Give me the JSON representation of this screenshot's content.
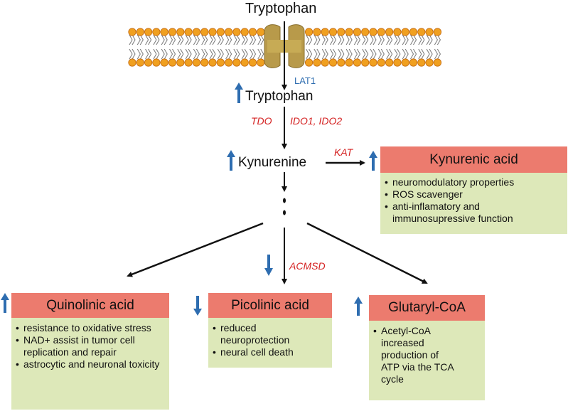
{
  "top_tryptophan": "Tryptophan",
  "transporter": "LAT1",
  "tryptophan": "Tryptophan",
  "enzymes_trp": {
    "left": "TDO",
    "right": "IDO1, IDO2"
  },
  "kynurenine": "Kynurenine",
  "kat": "KAT",
  "acmsd": "ACMSD",
  "kynurenic_acid": {
    "title": "Kynurenic acid",
    "items": [
      "neuromodulatory properties",
      "ROS scavenger",
      "anti-inflamatory and immunosupressive function"
    ]
  },
  "quinolinic_acid": {
    "title": "Quinolinic acid",
    "items": [
      "resistance to oxidative stress",
      "NAD+ assist in tumor cell replication and repair",
      "astrocytic and neuronal toxicity"
    ]
  },
  "picolinic_acid": {
    "title": "Picolinic acid",
    "items": [
      "reduced neuroprotection",
      "neural cell death"
    ]
  },
  "glutaryl_coa": {
    "title": "Glutaryl-CoA",
    "items": [
      "Acetyl-CoA increased production of ATP via the TCA cycle"
    ]
  },
  "colors": {
    "up_arrow": "#2e6db0",
    "enzyme_text": "#d42020",
    "box_header": "#ec7b6e",
    "box_body": "#dde8b9",
    "lipid_head": "#f0a020"
  }
}
